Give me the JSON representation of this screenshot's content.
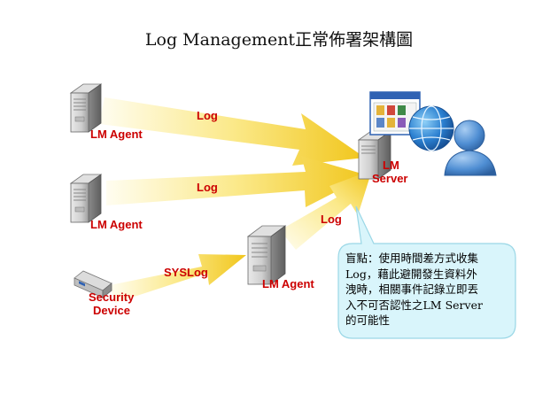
{
  "title": "Log Management正常佈署架構圖",
  "nodes": {
    "agent_top": "LM Agent",
    "agent_mid": "LM Agent",
    "agent_relay": "LM Agent",
    "security_device": [
      "Security",
      "Device"
    ],
    "server": [
      "LM",
      "Server"
    ]
  },
  "edges": {
    "top_log": "Log",
    "mid_log": "Log",
    "relay_log": "Log",
    "syslog": "SYSLog"
  },
  "note": {
    "lines": [
      "盲點：使用時間差方式收集",
      "Log，藉此避開發生資料外",
      "洩時，相關事件記錄立即丟",
      "入不可否認性之LM Server",
      "的可能性"
    ]
  },
  "colors": {
    "arrow": "#f2cf2a",
    "label_red": "#cc0000",
    "note_fill": "#d9f5fb",
    "note_stroke": "#9ad7e6"
  }
}
